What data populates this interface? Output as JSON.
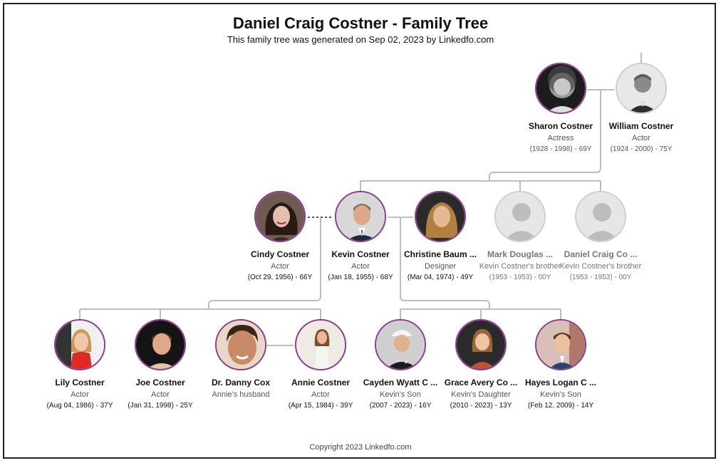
{
  "header": {
    "title": "Daniel Craig Costner - Family Tree",
    "subtitle": "This family tree was generated on Sep 02, 2023 by Linkedfo.com"
  },
  "footer": {
    "copyright": "Copyright 2023 Linkedfo.com"
  },
  "colors": {
    "border_highlight": "#8e3d8e",
    "border_unknown": "#cfcfcf",
    "line": "#bdbdbd"
  },
  "people": {
    "sharon": {
      "name": "Sharon Costner",
      "role": "Actress",
      "dates": "(1928 - 1998) - 69Y",
      "icon": "portrait-photo"
    },
    "william": {
      "name": "William Costner",
      "role": "Actor",
      "dates": "(1924 - 2000) - 75Y",
      "icon": "portrait-photo"
    },
    "cindy": {
      "name": "Cindy Costner",
      "role": "Actor",
      "dates": "(Oct 29, 1956) - 66Y",
      "icon": "portrait-photo"
    },
    "kevin": {
      "name": "Kevin Costner",
      "role": "Actor",
      "dates": "(Jan 18, 1955) - 68Y",
      "icon": "portrait-photo"
    },
    "christine": {
      "name": "Christine Baum ...",
      "role": "Designer",
      "dates": "(Mar 04, 1974) - 49Y",
      "icon": "portrait-photo"
    },
    "mark": {
      "name": "Mark Douglas ...",
      "role": "Kevin Costner's brother",
      "dates": "(1953 - 1953) - 00Y",
      "icon": "placeholder-person-icon"
    },
    "daniel": {
      "name": "Daniel Craig Co ...",
      "role": "Kevin Costner's brother",
      "dates": "(1953 - 1953) - 00Y",
      "icon": "placeholder-person-icon"
    },
    "lily": {
      "name": "Lily Costner",
      "role": "Actor",
      "dates": "(Aug 04, 1986) - 37Y",
      "icon": "portrait-photo"
    },
    "joe": {
      "name": "Joe Costner",
      "role": "Actor",
      "dates": "(Jan 31, 1998) - 25Y",
      "icon": "portrait-photo"
    },
    "danny": {
      "name": "Dr. Danny Cox",
      "role": "Annie's husband",
      "dates": "",
      "icon": "portrait-photo"
    },
    "annie": {
      "name": "Annie Costner",
      "role": "Actor",
      "dates": "(Apr 15, 1984) - 39Y",
      "icon": "portrait-photo"
    },
    "cayden": {
      "name": "Cayden Wyatt C ...",
      "role": "Kevin's Son",
      "dates": "(2007 - 2023) - 16Y",
      "icon": "portrait-photo"
    },
    "grace": {
      "name": "Grace Avery Co ...",
      "role": "Kevin's Daughter",
      "dates": "(2010 - 2023) - 13Y",
      "icon": "portrait-photo"
    },
    "hayes": {
      "name": "Hayes Logan C ...",
      "role": "Kevin's Son",
      "dates": "(Feb 12, 2009) - 14Y",
      "icon": "portrait-photo"
    }
  }
}
